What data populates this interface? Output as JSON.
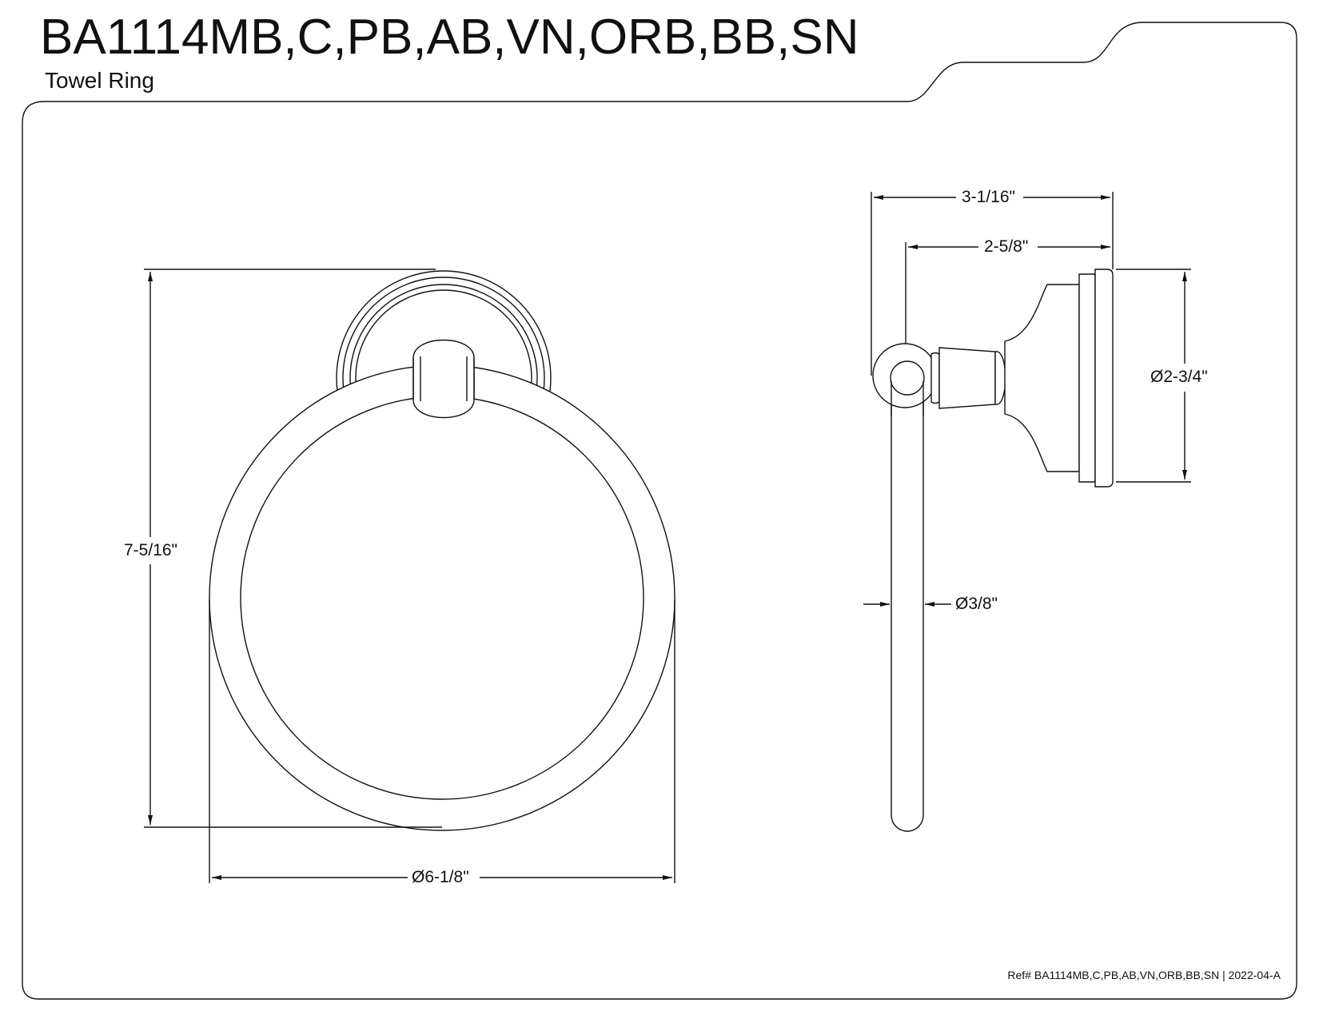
{
  "header": {
    "title": "BA1114MB,C,PB,AB,VN,ORB,BB,SN",
    "subtitle": "Towel Ring"
  },
  "dimensions": {
    "total_height": "7-5/16\"",
    "ring_diameter": "Ø6-1/8\"",
    "total_projection": "3-1/16\"",
    "post_projection": "2-5/8\"",
    "flange_diameter": "Ø2-3/4\"",
    "rod_diameter": "Ø3/8\""
  },
  "footer": {
    "ref": "Ref# BA1114MB,C,PB,AB,VN,ORB,BB,SN | 2022-04-A"
  },
  "colors": {
    "line": "#111111",
    "background": "#ffffff"
  }
}
